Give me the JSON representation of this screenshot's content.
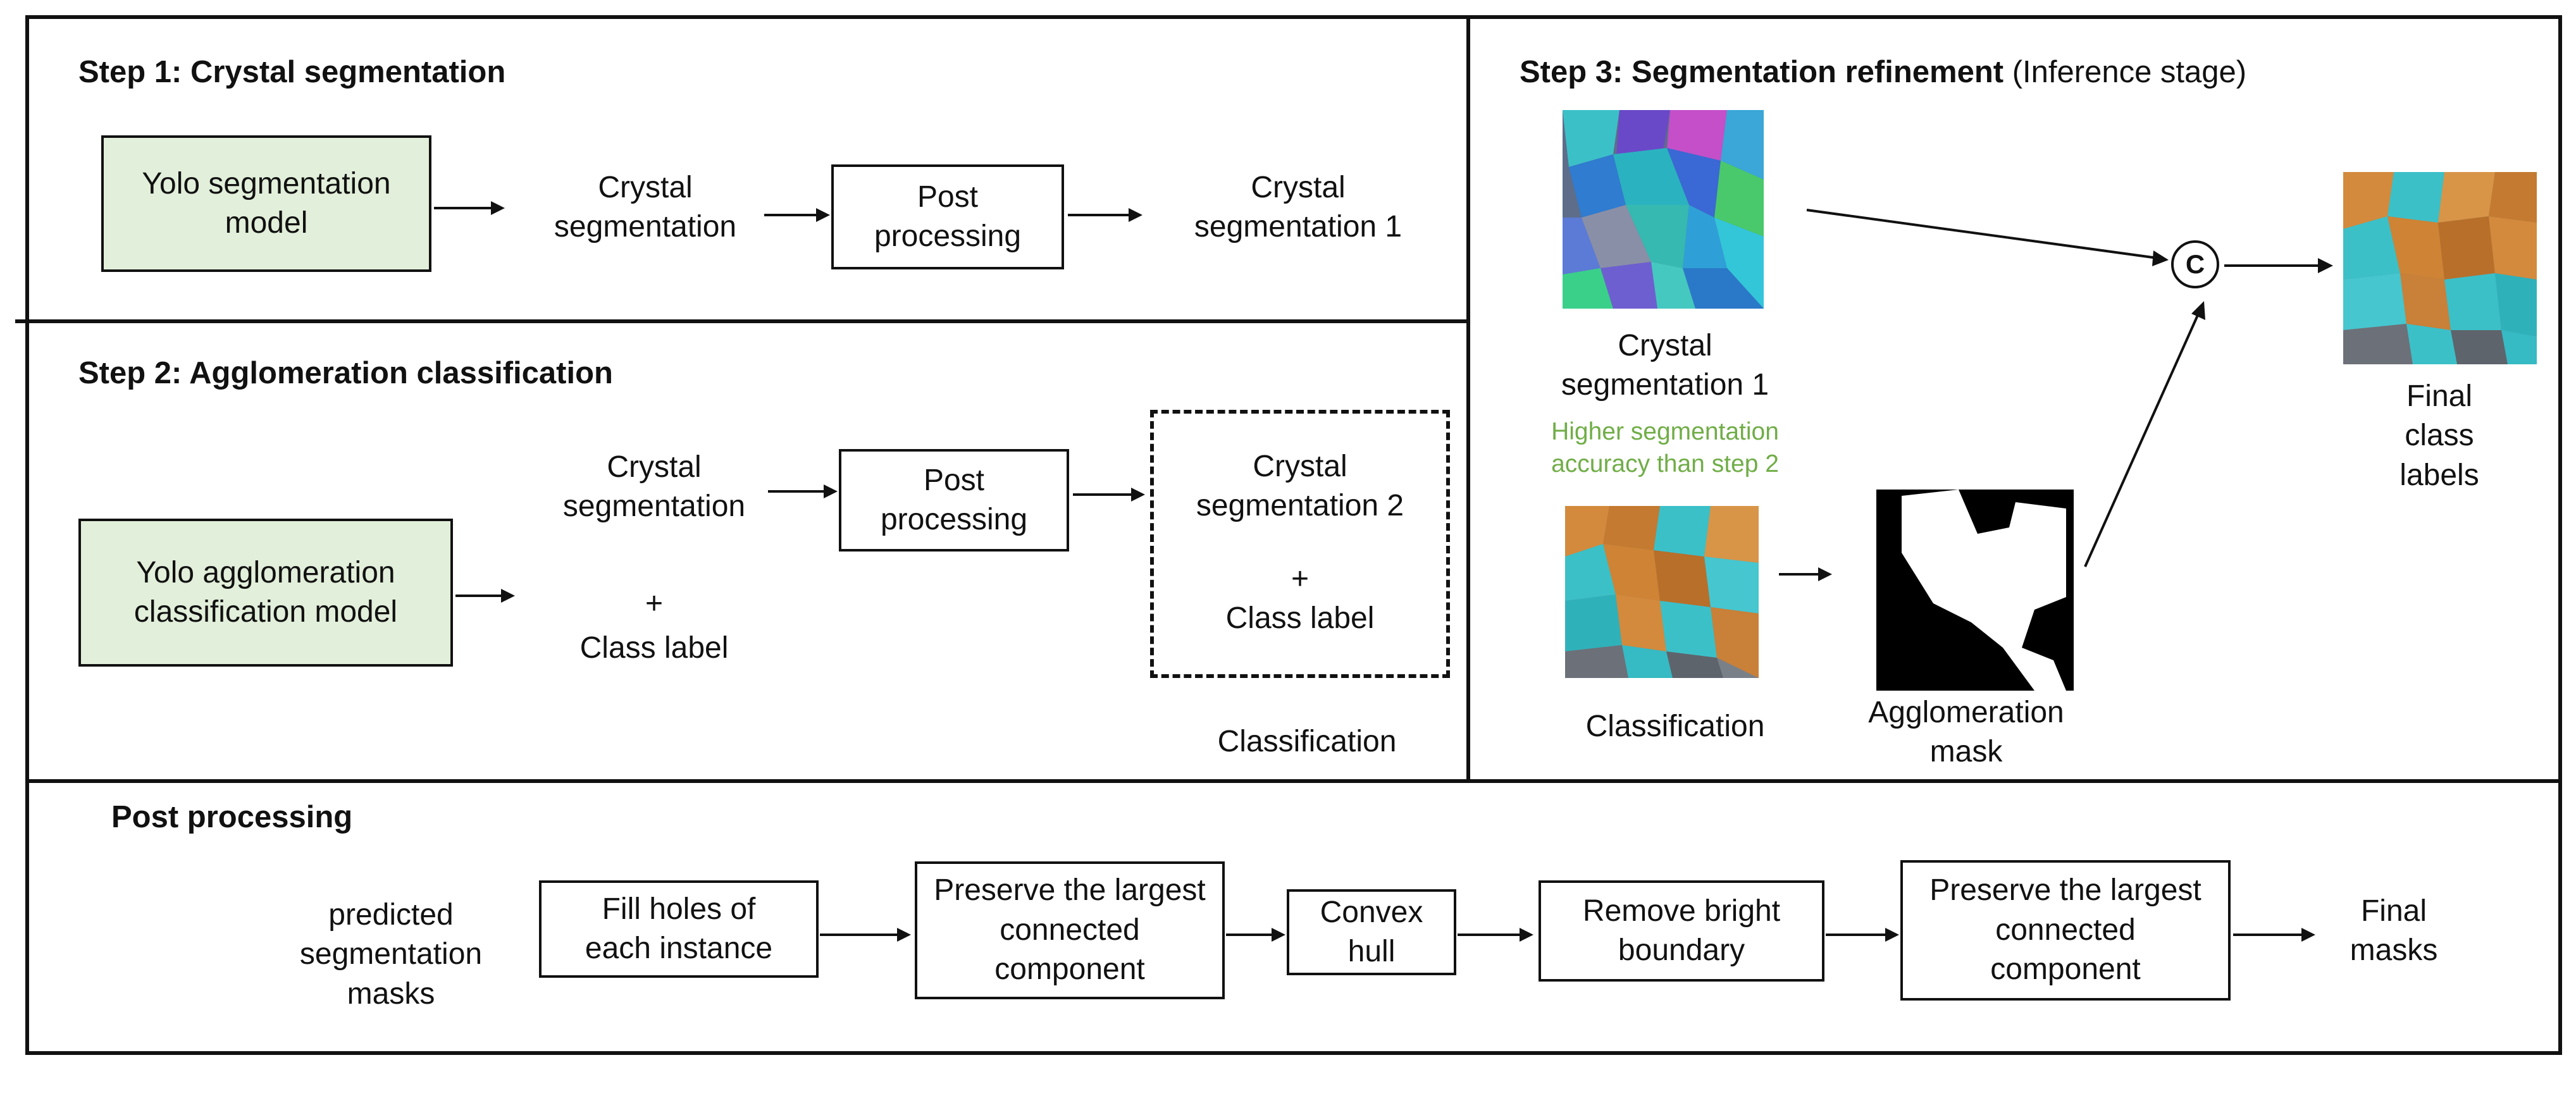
{
  "step1": {
    "heading": "Step 1: Crystal segmentation",
    "model_box": "Yolo segmentation model",
    "output": "Crystal segmentation",
    "post_box": "Post processing",
    "result": "Crystal segmentation 1"
  },
  "step2": {
    "heading": "Step 2: Agglomeration classification",
    "model_box": "Yolo agglomeration classification model",
    "output": "Crystal segmentation",
    "plus": "+",
    "class_label": "Class label",
    "post_box": "Post processing",
    "result": "Crystal segmentation 2",
    "result_plus": "+",
    "result_class_label": "Class label",
    "classification_caption": "Classification"
  },
  "step3": {
    "heading_bold": "Step 3: Segmentation refinement",
    "heading_normal": "(Inference stage)",
    "seg_caption": "Crystal segmentation 1",
    "accuracy_note": "Higher segmentation accuracy than step 2",
    "classification_caption": "Classification",
    "mask_caption": "Agglomeration mask",
    "concat_symbol": "C",
    "final_caption": "Final class labels"
  },
  "post": {
    "heading": "Post processing",
    "input": "predicted segmentation masks",
    "box1": "Fill holes of each instance",
    "box2": "Preserve the largest connected component",
    "box3": "Convex hull",
    "box4": "Remove bright boundary",
    "box5": "Preserve the largest connected component",
    "output": "Final masks"
  },
  "colors": {
    "model_box_fill": "#e2efda",
    "accuracy_note": "#70ad47",
    "seg_thumbnail": "#3fa4b8",
    "class_thumbnail_orange": "#d38a3c",
    "class_thumbnail_cyan": "#3cc0c8"
  }
}
